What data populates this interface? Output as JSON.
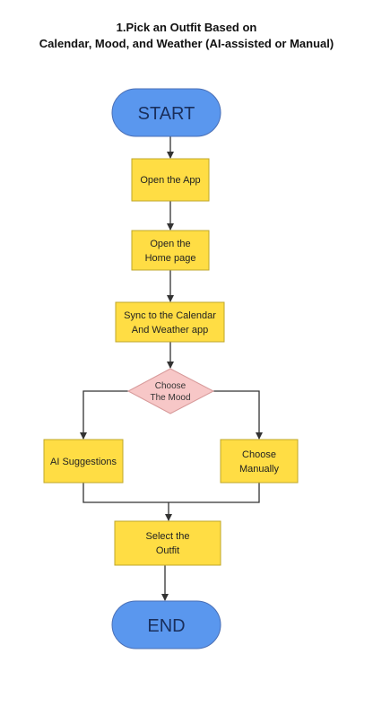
{
  "title": {
    "line1": "1.Pick an Outfit Based on",
    "line2": "Calendar, Mood, and Weather (AI-assisted or Manual)"
  },
  "colors": {
    "terminal": "#5a97ee",
    "process": "#ffdd44",
    "decision": "#f7c7c7",
    "edge": "#333333"
  },
  "nodes": {
    "start": {
      "label": "START"
    },
    "open_app": {
      "label": "Open the App"
    },
    "open_home": {
      "line1": "Open the",
      "line2": "Home page"
    },
    "sync": {
      "line1": "Sync to the Calendar",
      "line2": "And Weather app"
    },
    "choose_mood": {
      "line1": "Choose",
      "line2": "The Mood"
    },
    "ai_suggestions": {
      "label": "AI Suggestions"
    },
    "choose_manually": {
      "line1": "Choose",
      "line2": "Manually"
    },
    "select_outfit": {
      "line1": "Select the",
      "line2": "Outfit"
    },
    "end": {
      "label": "END"
    }
  },
  "edges": [
    {
      "from": "start",
      "to": "open_app"
    },
    {
      "from": "open_app",
      "to": "open_home"
    },
    {
      "from": "open_home",
      "to": "sync"
    },
    {
      "from": "sync",
      "to": "choose_mood"
    },
    {
      "from": "choose_mood",
      "to": "ai_suggestions"
    },
    {
      "from": "choose_mood",
      "to": "choose_manually"
    },
    {
      "from": "ai_suggestions",
      "to": "select_outfit"
    },
    {
      "from": "choose_manually",
      "to": "select_outfit"
    },
    {
      "from": "select_outfit",
      "to": "end"
    }
  ]
}
